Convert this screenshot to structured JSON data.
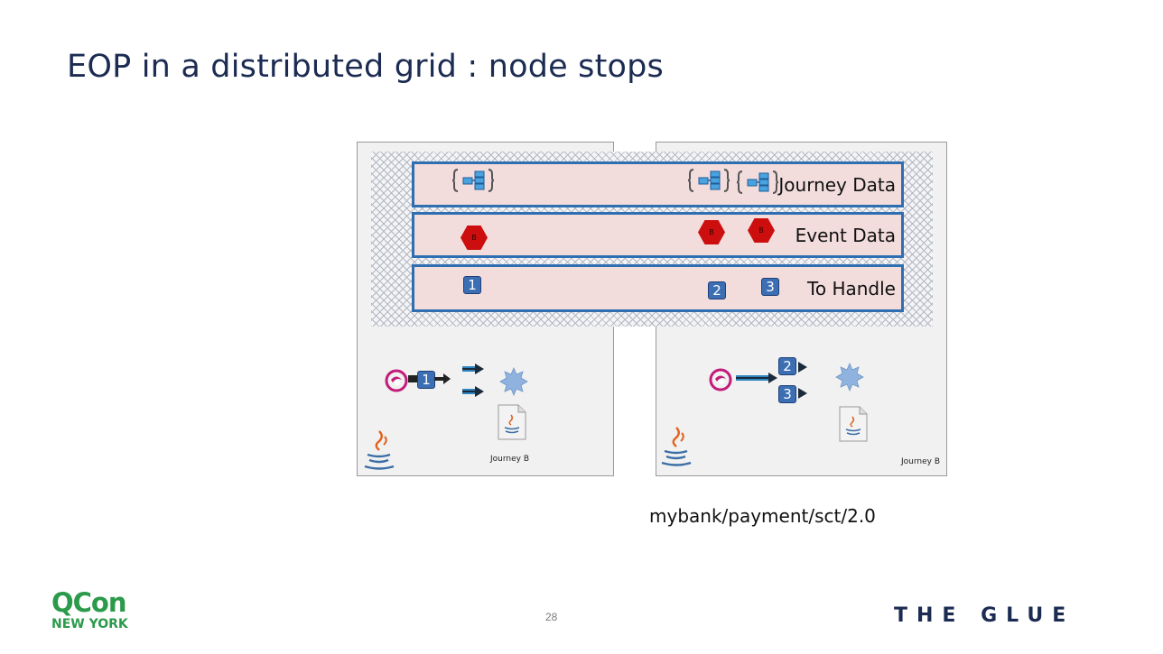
{
  "slide": {
    "title": "EOP in a distributed grid : node stops",
    "page_number": "28",
    "uri": "mybank/payment/sct/2.0"
  },
  "lanes": {
    "journey_data": "Journey Data",
    "event_data": "Event Data",
    "to_handle": "To Handle"
  },
  "event_marker": "B",
  "badges": {
    "one": "1",
    "two": "2",
    "three": "3"
  },
  "nodes": {
    "left": {
      "caption": "Journey B"
    },
    "right": {
      "caption": "Journey B"
    }
  },
  "logos": {
    "qcon_word": "QCon",
    "qcon_sub": "NEW YORK",
    "the_glue": "THE GLUE"
  },
  "colors": {
    "lane_border": "#2f6fb1",
    "lane_fill": "#f2dcdc",
    "event_hexagon": "#cc0e0e",
    "badge": "#3c6eb4",
    "title": "#1c2b52",
    "qcon_green": "#2b9a4a"
  },
  "icons": [
    "journey-struct-icon",
    "event-hexagon-icon",
    "number-badge-icon",
    "client-swirl-icon",
    "arrow-right-icon",
    "gear-spark-icon",
    "java-file-icon",
    "java-cup-icon"
  ]
}
